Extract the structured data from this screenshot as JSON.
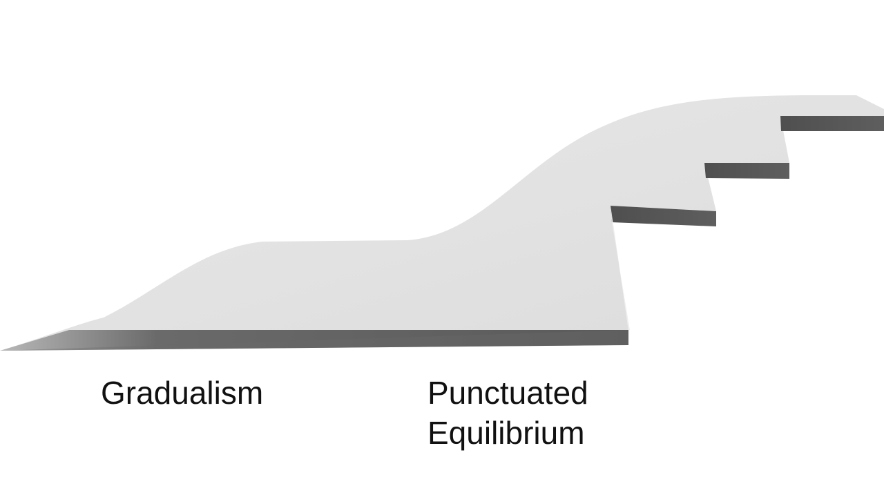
{
  "labels": {
    "gradualism": "Gradualism",
    "punctuated_line1": "Punctuated",
    "punctuated_line2": "Equilibrium"
  },
  "colors": {
    "surface_top": "#e2e2e2",
    "edge_dark": "#555555",
    "edge_light": "#9a9a9a",
    "text": "#111111"
  }
}
